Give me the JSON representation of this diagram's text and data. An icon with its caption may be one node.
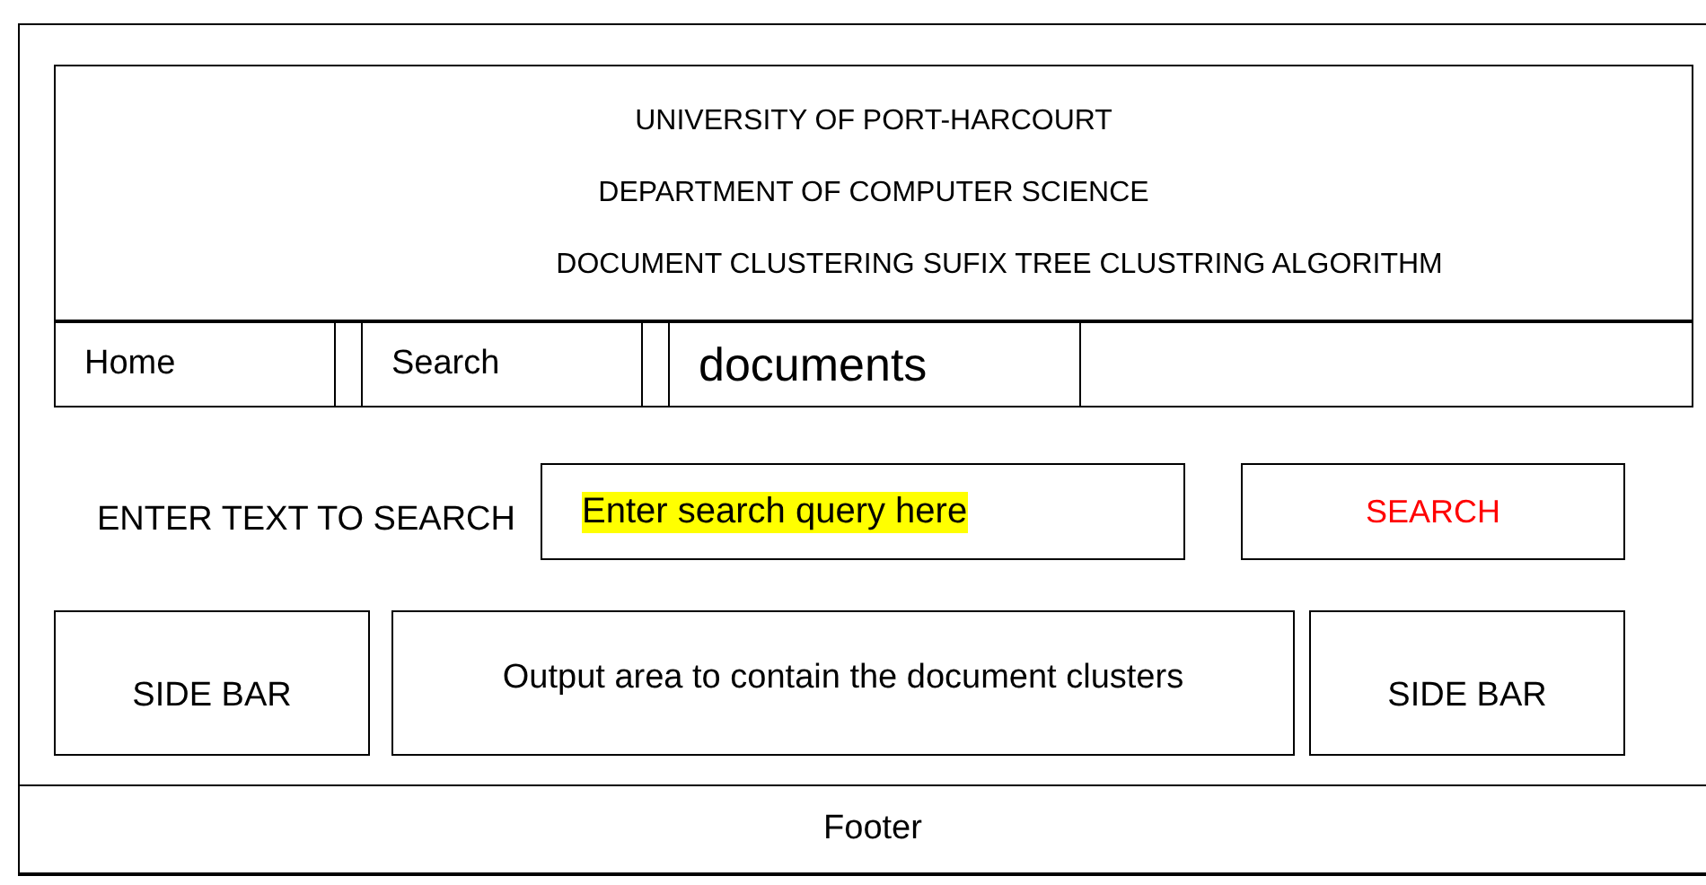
{
  "diagram": {
    "nodes": [
      {
        "text": [],
        "shape": "box"
      },
      {
        "text": [
          "UNIVERSITY OF PORT-HARCOURT",
          "DEPARTMENT OF COMPUTER SCIENCE",
          "DOCUMENT CLUSTERING SUFIX TREE CLUSTRING ALGORITHM"
        ],
        "in": 0
      },
      {
        "text": [
          "Home"
        ],
        "in": 0
      },
      {
        "text": [],
        "shape": "box",
        "in": 0
      },
      {
        "text": [
          "Search"
        ],
        "in": 0
      },
      {
        "text": [],
        "shape": "box",
        "in": 0
      },
      {
        "text": [
          "documents"
        ],
        "in": 0
      },
      {
        "text": [],
        "shape": "box",
        "in": 0
      },
      {
        "text": [
          "Enter search query here"
        ],
        "in": 0
      },
      {
        "text": [
          "SEARCH"
        ],
        "in": 0
      },
      {
        "text": [
          "SIDE BAR"
        ],
        "in": 0
      },
      {
        "text": [
          "Output area to contain the document clusters"
        ],
        "in": 0
      },
      {
        "text": [
          "SIDE BAR"
        ],
        "in": 0
      },
      {
        "text": [
          "Footer"
        ],
        "in": 0
      }
    ],
    "edges": [],
    "labels": [
      "ENTER TEXT TO SEARCH"
    ]
  }
}
